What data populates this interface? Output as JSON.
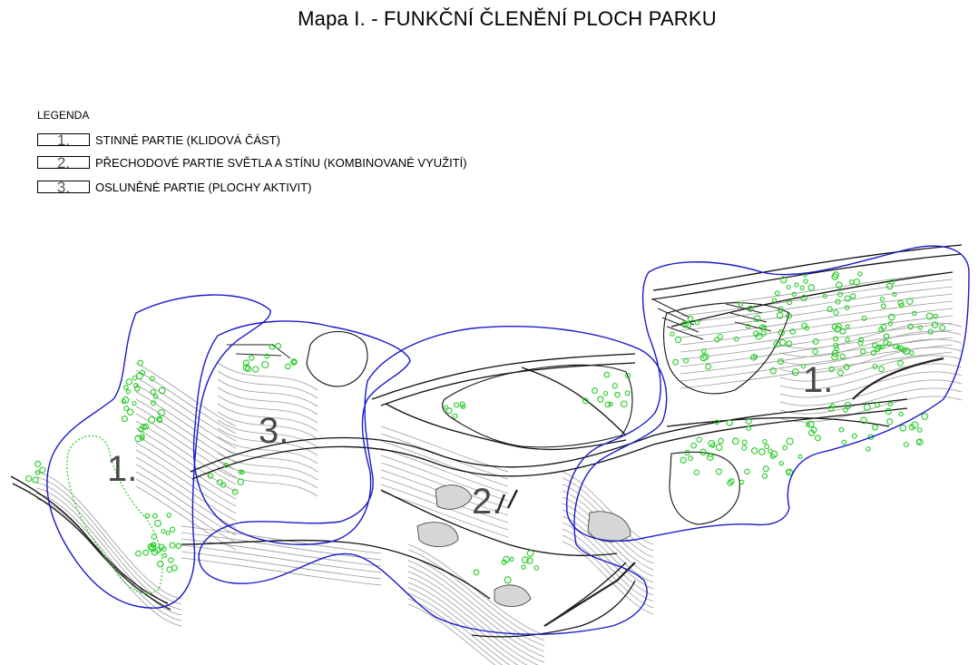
{
  "title": "Mapa I. - FUNKČNÍ ČLENĚNÍ PLOCH PARKU",
  "legend": {
    "title": "LEGENDA",
    "items": [
      {
        "code": "1.",
        "label": "STINNÉ PARTIE (KLIDOVÁ ČÁST)"
      },
      {
        "code": "2.",
        "label": "PŘECHODOVÉ PARTIE SVĚTLA A STÍNU (KOMBINOVANÉ VYUŽITÍ)"
      },
      {
        "code": "3.",
        "label": "OSLUNĚNÉ PARTIE (PLOCHY AKTIVIT)"
      }
    ]
  },
  "map": {
    "zone_labels": [
      "1.",
      "3.",
      "2.",
      "1."
    ],
    "colors": {
      "boundary": "#1a1acc",
      "trees": "#22cc22",
      "contours": "#9a9a9a",
      "paths": "#111111"
    }
  }
}
